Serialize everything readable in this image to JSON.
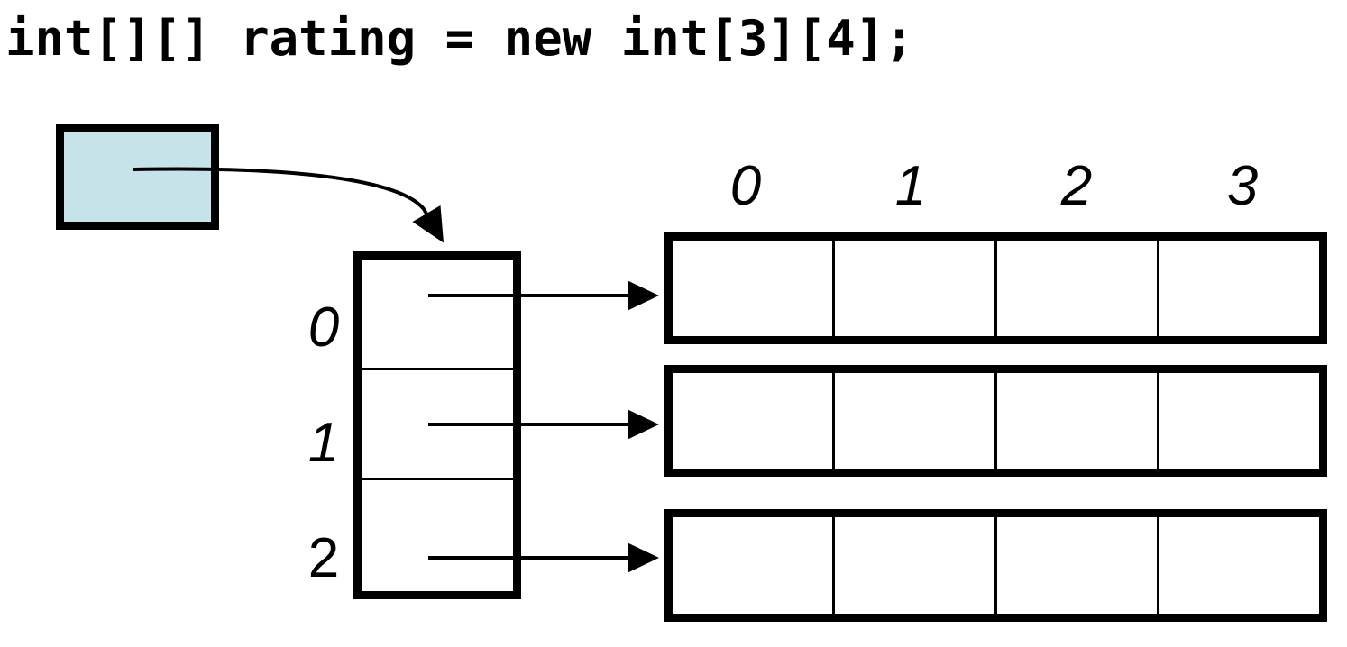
{
  "code": {
    "text": "int[][] rating = new int[3][4];"
  },
  "variable_box": {
    "label": "",
    "fill_color": "#c6e3e9",
    "border_color": "#000000"
  },
  "outer_array": {
    "length": 3,
    "row_labels": [
      "0",
      "1",
      "2"
    ],
    "row_label_styles": [
      "italic",
      "italic",
      "upright"
    ]
  },
  "column_headers": {
    "labels": [
      "0",
      "1",
      "2",
      "3"
    ]
  },
  "inner_arrays": [
    {
      "index": "0",
      "cells": [
        "",
        "",
        "",
        ""
      ]
    },
    {
      "index": "1",
      "cells": [
        "",
        "",
        "",
        ""
      ]
    },
    {
      "index": "2",
      "cells": [
        "",
        "",
        "",
        ""
      ]
    }
  ],
  "arrows": {
    "reference_arrow_label": "",
    "row_arrow_labels": [
      "",
      "",
      ""
    ]
  }
}
